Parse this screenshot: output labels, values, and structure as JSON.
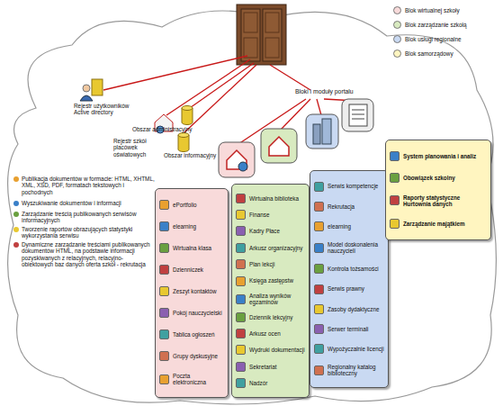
{
  "diagram": {
    "nodes": [
      {
        "text": [
          "ePortfolio",
          "elearning",
          "Wirtualna klasa",
          "Dzienniczek",
          "Zeszyt kontaktów",
          "Pokój nauczycielski",
          "Tablica ogłoszeń",
          "Grupy dyskusyjne",
          "Poczta elektroniczna"
        ]
      },
      {
        "text": [
          "Wirtualna biblioteka",
          "Finanse",
          "Kadry Płace",
          "Arkusz organizacyjny",
          "Plan lekcji",
          "Księga zastępstw",
          "Analiza wyników egzaminów",
          "Dziennik lekcyjny",
          "Arkusz ocen",
          "Wydruki dokumentacji",
          "Sekretariat",
          "Nadzór"
        ]
      },
      {
        "text": [
          "Serwis kompetencje",
          "Rekrutacja",
          "elearning",
          "Model doskonalenia nauczycieli",
          "Kontrola tożsamości",
          "Serwis prawny",
          "Zasoby dydaktyczne",
          "Serwer terminali",
          "Wypożyczalnie licencji",
          "Regionalny katalog biblioteczny"
        ]
      },
      {
        "text": [
          "System planowania i analiz",
          "Obowiązek szkolny",
          "Raporty statystyczne Hurtownia danych",
          "Zarządzanie majątkiem"
        ]
      }
    ],
    "labels": [
      "Rejestr użytkowników Active directory",
      "Obszar administracyjny",
      "Rejestr szkół placówek oświatowych",
      "Obszar informacyjny",
      "Bloki i moduły portalu",
      "Publikacja dokumentów w formacie: HTML, XHTML, XML, XSD, PDF, formatach tekstowych i pochodnych",
      "Wyszukiwanie dokumentów i informacji",
      "Zarządzanie treścią publikowanych serwisów informacyjnych",
      "Tworzenie raportów obrazujących statystyki wykorzystania serwisu",
      "Dynamiczne zarządzanie treściami publikowanych dokumentów HTML, na podstawie informacji pozyskiwanych z relacyjnych, relacyjno-obiektowych baz danych oferta szkół - rekrutacja"
    ],
    "legend": [
      {
        "text": "Blok wirtualnej szkoły",
        "color": "#f8dada"
      },
      {
        "text": "Blok zarządzanie szkołą",
        "color": "#d8eac0"
      },
      {
        "text": "Blok usługi regionalne",
        "color": "#c9d9f2"
      },
      {
        "text": "Blok samorządowy",
        "color": "#fff5c0"
      }
    ]
  }
}
